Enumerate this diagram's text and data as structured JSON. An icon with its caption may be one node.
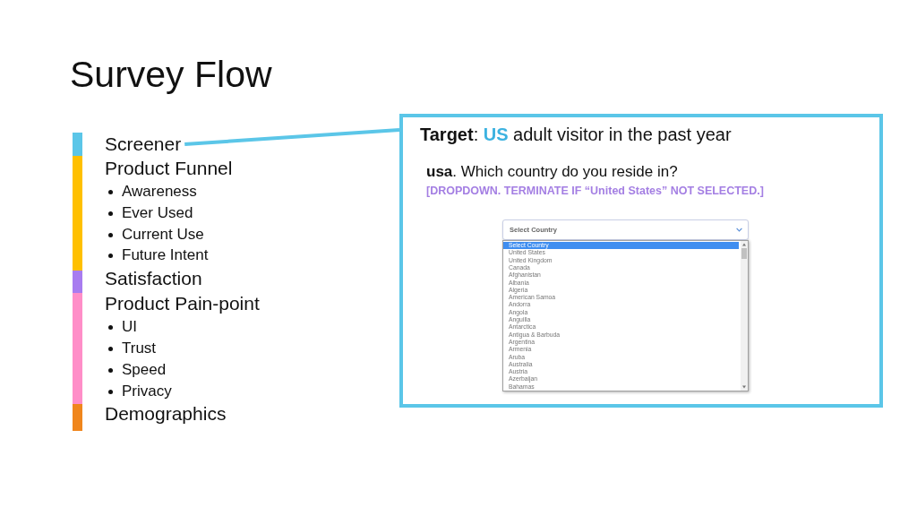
{
  "diagram": {
    "title": "Survey Flow",
    "nodes": [
      {
        "text": [
          "Screener"
        ]
      },
      {
        "text": [
          "**Target**: **US** adult visitor in the past year",
          "**usa**. Which country do you reside in?",
          "[DROPDOWN. TERMINATE IF “United States” NOT SELECTED.]"
        ]
      },
      {
        "text": [
          "Select Country"
        ],
        "in": 1
      },
      {
        "text": [
          "Select Country",
          "United States",
          "United Kingdom",
          "Canada",
          "Afghanistan",
          "Albania",
          "Algeria",
          "American Samoa",
          "Andorra",
          "Angola",
          "Anguilla",
          "Antarctica",
          "Antigua & Barbuda",
          "Argentina",
          "Armenia",
          "Aruba",
          "Australia",
          "Austria",
          "Azerbaijan",
          "Bahamas"
        ],
        "in": 1
      }
    ],
    "edges": [
      {
        "from": 0,
        "to": 1,
        "arrow": "none"
      }
    ],
    "labels": [
      "Product Funnel",
      "Awareness",
      "Ever Used",
      "Current Use",
      "Future Intent",
      "Satisfaction",
      "Product Pain-point",
      "UI",
      "Trust",
      "Speed",
      "Privacy",
      "Demographics"
    ]
  }
}
